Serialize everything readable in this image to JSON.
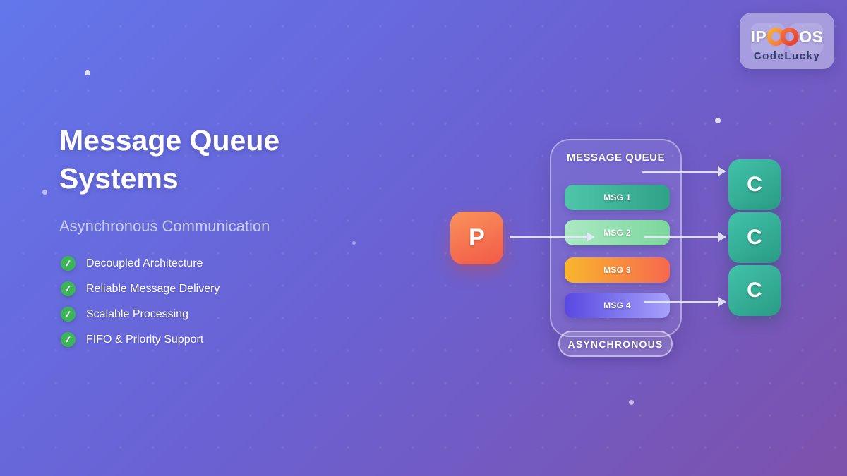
{
  "background": {
    "gradient_start": "#6376eb",
    "gradient_mid": "#6a62d4",
    "gradient_end": "#7d51ab"
  },
  "logo": {
    "brand_left": "IP",
    "brand_right": "OS",
    "brand_name": "CodeLucky",
    "infinity_colors": [
      "#f9a23b",
      "#ee4b3a"
    ]
  },
  "hero": {
    "title_line1": "Message Queue",
    "title_line2": "Systems",
    "subtitle": "Asynchronous Communication",
    "check_color": "#3cb558",
    "check_glyph": "✓",
    "features": [
      {
        "label": "Decoupled Architecture"
      },
      {
        "label": "Reliable Message Delivery"
      },
      {
        "label": "Scalable Processing"
      },
      {
        "label": "FIFO & Priority Support"
      }
    ]
  },
  "diagram": {
    "producer": {
      "label": "P",
      "color_from": "#f9935a",
      "color_to": "#f25948"
    },
    "queue": {
      "title": "MESSAGE QUEUE",
      "messages": [
        {
          "label": "MSG 1",
          "color_from": "#4fc5a9",
          "color_to": "#2fa186"
        },
        {
          "label": "MSG 2",
          "color_from": "#abe9c4",
          "color_to": "#7bd69b"
        },
        {
          "label": "MSG 3",
          "color_from": "#f8b62d",
          "color_to": "#f7684e"
        },
        {
          "label": "MSG 4",
          "color_from": "#5948e1",
          "color_to": "#a5a2fa"
        }
      ],
      "footer": "ASYNCHRONOUS"
    },
    "consumers": [
      {
        "label": "C"
      },
      {
        "label": "C"
      },
      {
        "label": "C"
      }
    ],
    "arrow_color": "#e9e9fb"
  }
}
